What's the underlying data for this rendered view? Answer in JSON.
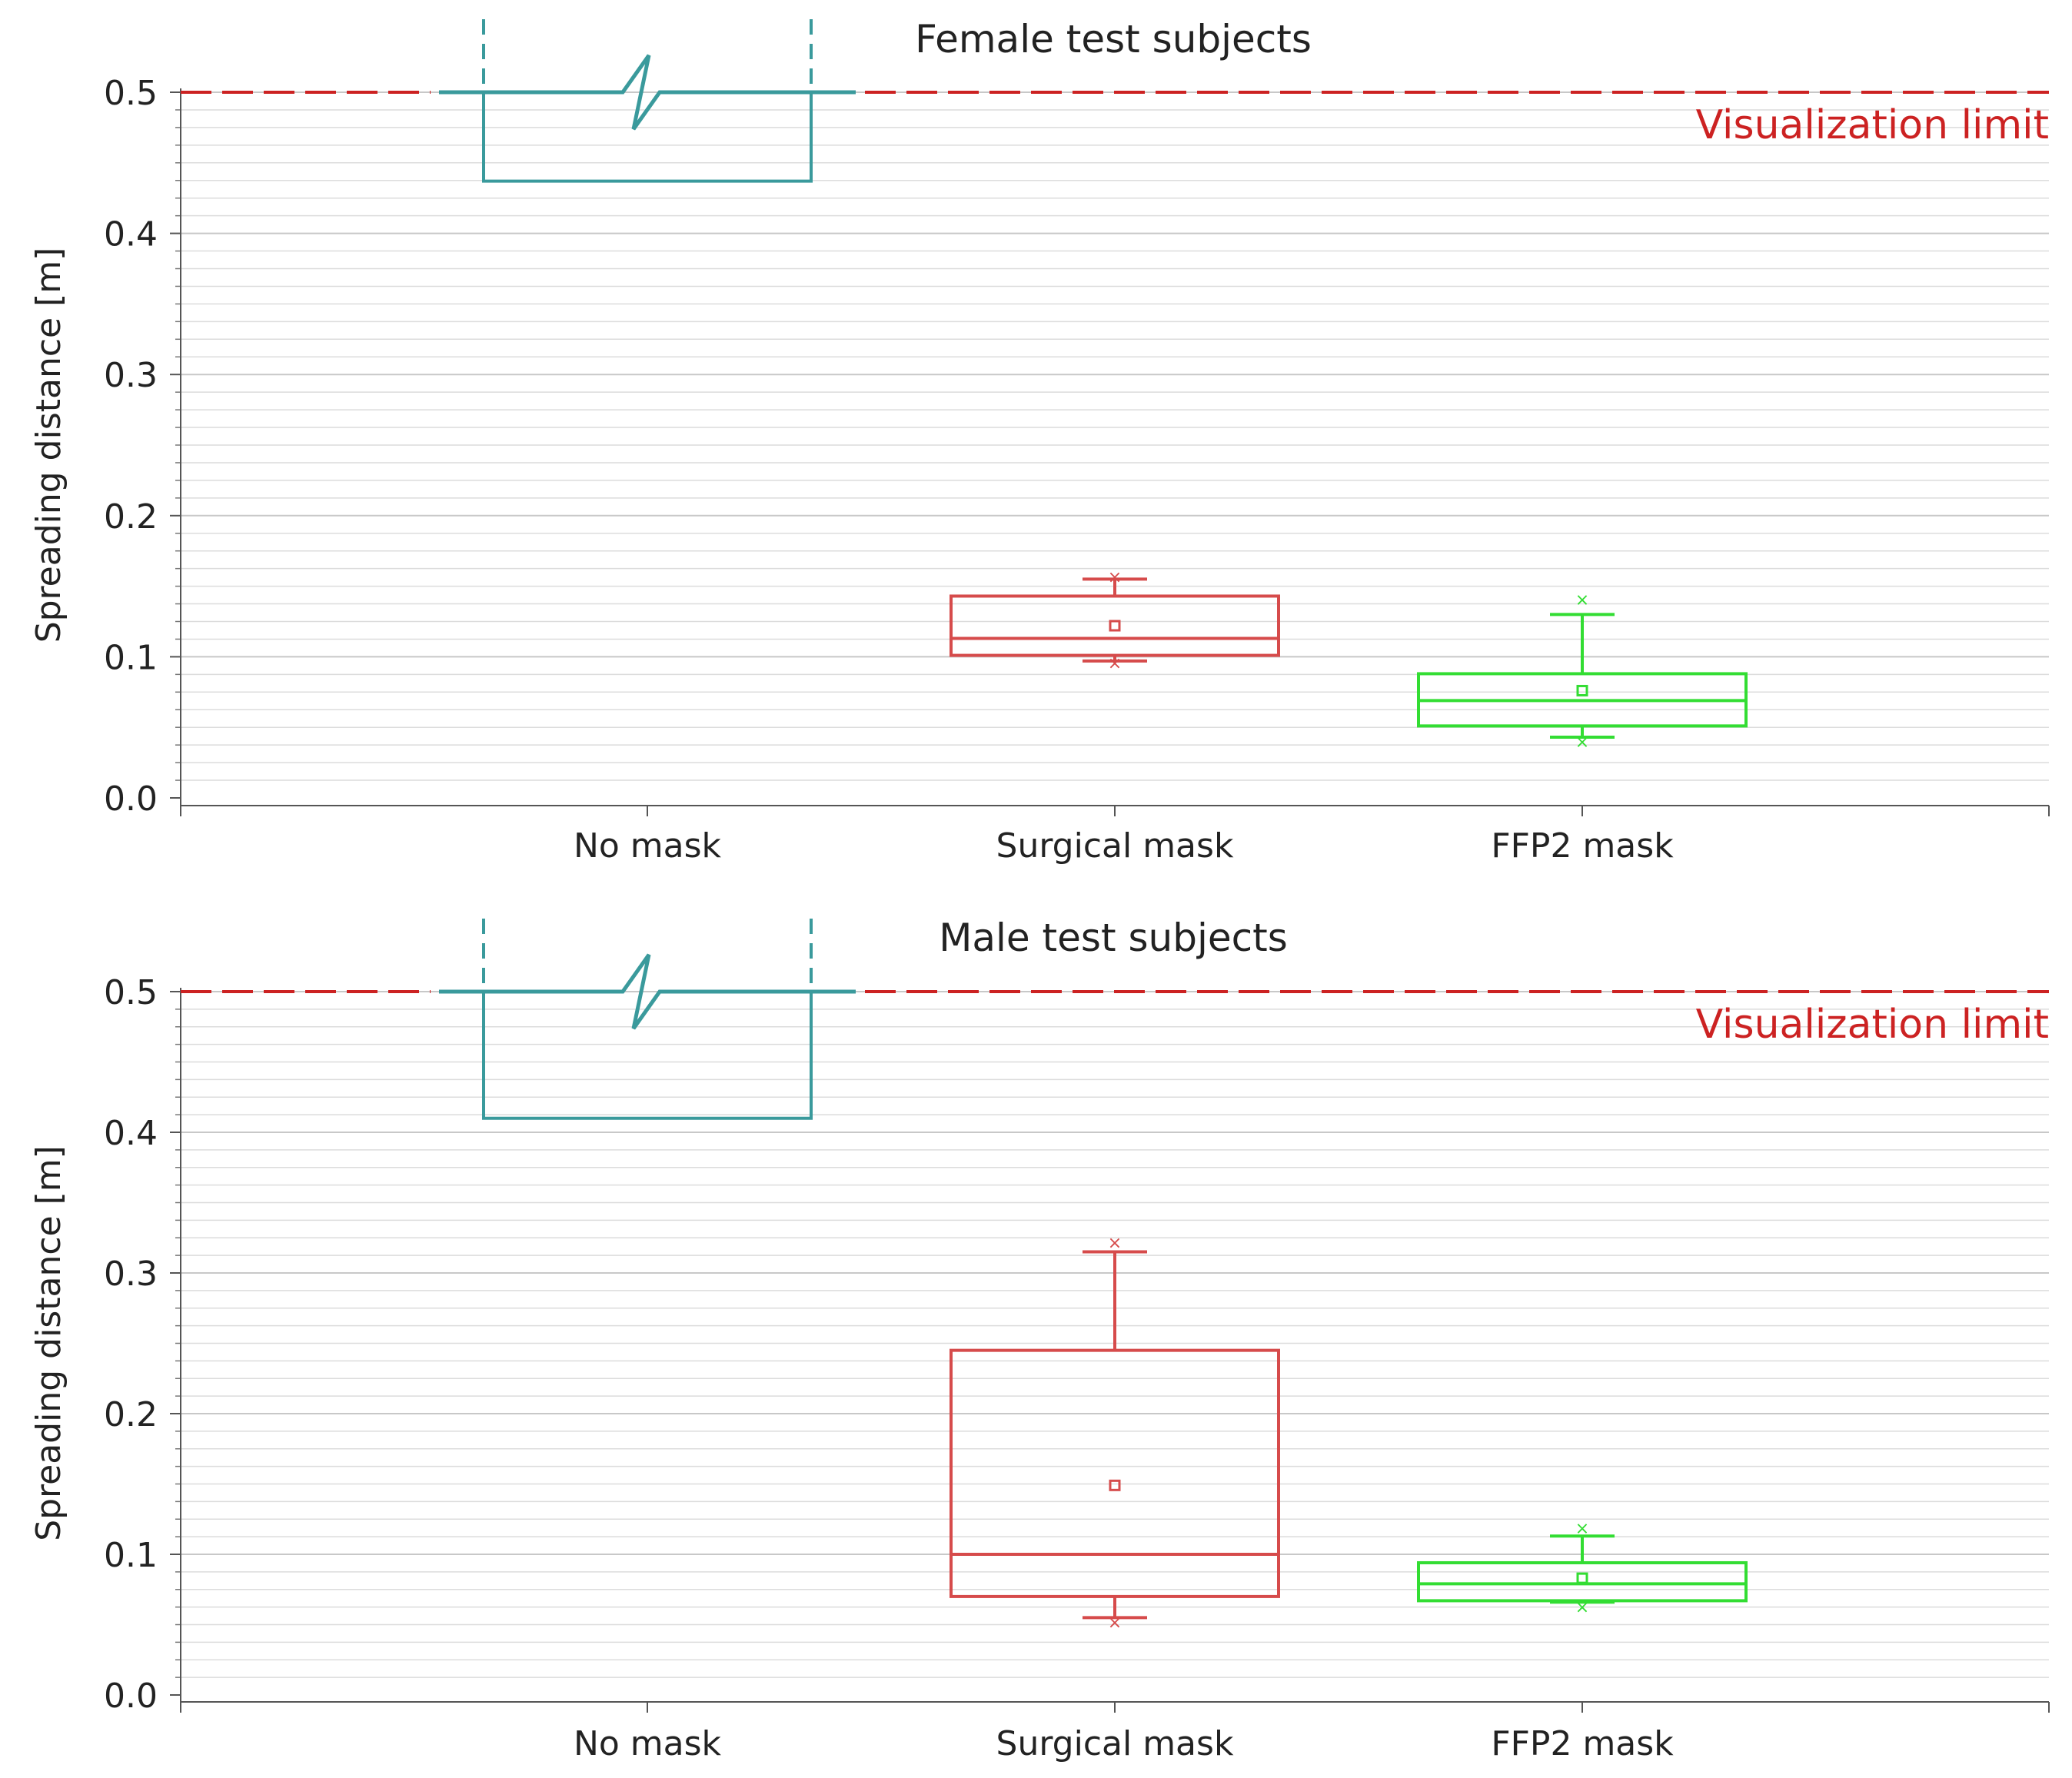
{
  "chart_data": [
    {
      "type": "box",
      "title": "Female test subjects",
      "ylabel": "Spreading distance [m]",
      "xlabel": "",
      "ylim": [
        0,
        0.5
      ],
      "ymajor_ticks": [
        "0.0",
        "0.1",
        "0.2",
        "0.3",
        "0.4",
        "0.5"
      ],
      "grid": true,
      "categories": [
        "No mask",
        "Surgical mask",
        "FFP2 mask"
      ],
      "colors": {
        "No mask": "#3a9a9c",
        "Surgical mask": "#d64b4b",
        "FFP2 mask": "#33dd33",
        "limit": "#cc2222"
      },
      "limit": {
        "value": 0.5,
        "label": "Visualization limit"
      },
      "boxes": [
        {
          "category": "No mask",
          "q1": 0.437,
          "q3": 0.5,
          "truncated": true
        },
        {
          "category": "Surgical mask",
          "q1": 0.101,
          "median": 0.113,
          "q3": 0.143,
          "mean": 0.122,
          "whisker_low": 0.097,
          "whisker_high": 0.155,
          "min": 0.097,
          "max": 0.158
        },
        {
          "category": "FFP2 mask",
          "q1": 0.051,
          "median": 0.069,
          "q3": 0.088,
          "mean": 0.076,
          "whisker_low": 0.043,
          "whisker_high": 0.13,
          "min": 0.041,
          "max": 0.142
        }
      ]
    },
    {
      "type": "box",
      "title": "Male test subjects",
      "ylabel": "Spreading distance [m]",
      "xlabel": "",
      "ylim": [
        0,
        0.5
      ],
      "ymajor_ticks": [
        "0.0",
        "0.1",
        "0.2",
        "0.3",
        "0.4",
        "0.5"
      ],
      "grid": true,
      "categories": [
        "No mask",
        "Surgical mask",
        "FFP2 mask"
      ],
      "colors": {
        "No mask": "#3a9a9c",
        "Surgical mask": "#d64b4b",
        "FFP2 mask": "#33dd33",
        "limit": "#cc2222"
      },
      "limit": {
        "value": 0.5,
        "label": "Visualization limit"
      },
      "boxes": [
        {
          "category": "No mask",
          "q1": 0.41,
          "q3": 0.5,
          "truncated": true
        },
        {
          "category": "Surgical mask",
          "q1": 0.07,
          "median": 0.1,
          "q3": 0.245,
          "mean": 0.149,
          "whisker_low": 0.055,
          "whisker_high": 0.315,
          "min": 0.053,
          "max": 0.323
        },
        {
          "category": "FFP2 mask",
          "q1": 0.067,
          "median": 0.079,
          "q3": 0.094,
          "mean": 0.083,
          "whisker_low": 0.066,
          "whisker_high": 0.113,
          "min": 0.064,
          "max": 0.12
        }
      ]
    }
  ]
}
